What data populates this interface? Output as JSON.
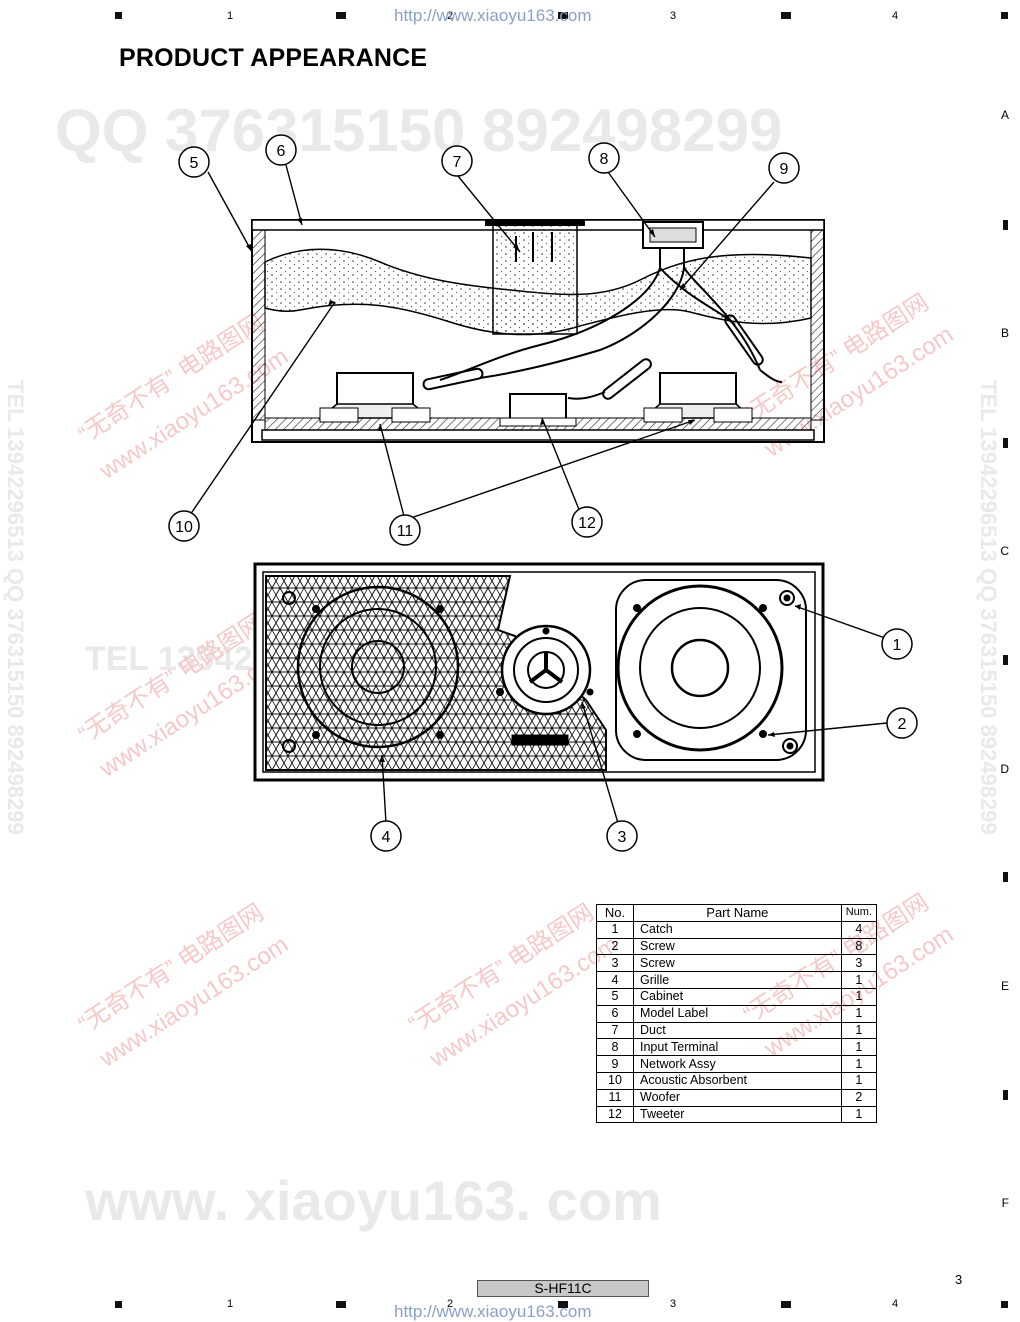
{
  "header": {
    "url": "http://www.xiaoyu163.com",
    "columns": [
      "1",
      "2",
      "3",
      "4"
    ]
  },
  "page_title": "PRODUCT APPEARANCE",
  "zones": [
    "A",
    "B",
    "C",
    "D",
    "E",
    "F"
  ],
  "watermarks": {
    "qq_line": "QQ 376315150     892498299",
    "tel_line": "TEL 13942296513",
    "qq_vertical": "TEL 13942296513  QQ 376315150  892498299",
    "cn_line": "“无奇不有” 电路图网",
    "site_line": "www.xiaoyu163.com",
    "site_big": "www. xiaoyu163. com"
  },
  "callouts": [
    "1",
    "2",
    "3",
    "4",
    "5",
    "6",
    "7",
    "8",
    "9",
    "10",
    "11",
    "12"
  ],
  "parts_table": {
    "headers": {
      "no": "No.",
      "name": "Part Name",
      "num": "Num."
    },
    "rows": [
      {
        "no": "1",
        "name": "Catch",
        "num": "4"
      },
      {
        "no": "2",
        "name": "Screw",
        "num": "8"
      },
      {
        "no": "3",
        "name": "Screw",
        "num": "3"
      },
      {
        "no": "4",
        "name": "Grille",
        "num": "1"
      },
      {
        "no": "5",
        "name": "Cabinet",
        "num": "1"
      },
      {
        "no": "6",
        "name": "Model Label",
        "num": "1"
      },
      {
        "no": "7",
        "name": "Duct",
        "num": "1"
      },
      {
        "no": "8",
        "name": "Input Terminal",
        "num": "1"
      },
      {
        "no": "9",
        "name": "Network Assy",
        "num": "1"
      },
      {
        "no": "10",
        "name": "Acoustic Absorbent",
        "num": "1"
      },
      {
        "no": "11",
        "name": "Woofer",
        "num": "2"
      },
      {
        "no": "12",
        "name": "Tweeter",
        "num": "1"
      }
    ]
  },
  "footer": {
    "model": "S-HF11C",
    "page_number": "3",
    "url": "http://www.xiaoyu163.com"
  }
}
